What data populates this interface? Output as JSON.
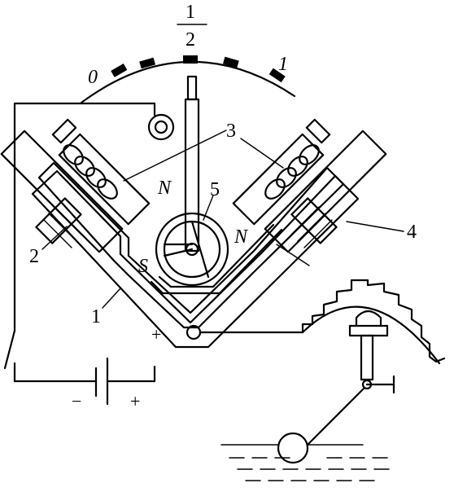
{
  "scale": {
    "zero": "0",
    "half_numerator": "1",
    "half_denominator": "2",
    "full": "1"
  },
  "poles": {
    "north_left": "N",
    "north_right": "N",
    "south": "S"
  },
  "polarity": {
    "gauge_plus": "+",
    "battery_minus": "−",
    "battery_plus": "+"
  },
  "callouts": {
    "frame": "1",
    "left_winding": "2",
    "coils": "3",
    "right_winding": "4",
    "rotor": "5"
  }
}
